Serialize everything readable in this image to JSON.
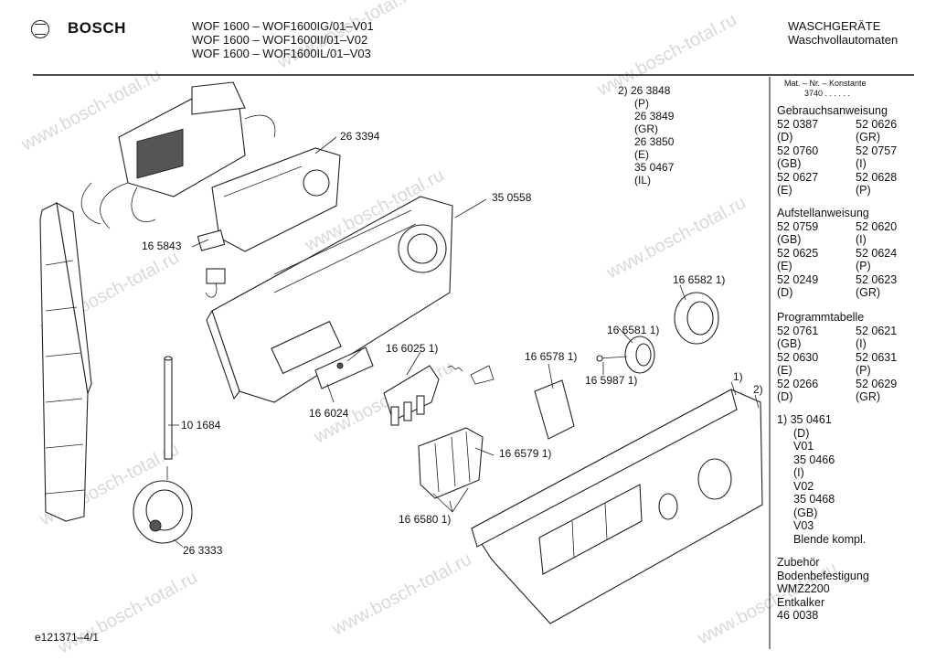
{
  "header": {
    "brand": "BOSCH",
    "models": [
      "WOF 1600 – WOF1600IG/01–V01",
      "WOF 1600 – WOF1600II/01–V02",
      "WOF 1600 – WOF1600IL/01–V03"
    ],
    "category": "WASCHGERÄTE",
    "subcategory": "Waschvollautomaten"
  },
  "watermark": "www.bosch-total.ru",
  "footer": {
    "doc_id": "e121371–4/1"
  },
  "sidebar": {
    "mat_header": "Mat. – Nr. – Konstante",
    "mat_value": "3740 . . . . . .",
    "sections": [
      {
        "title": "Gebrauchsanweisung",
        "rows": [
          [
            "52 0387",
            "52 0626"
          ],
          [
            "(D)",
            "(GR)"
          ],
          [
            "52 0760",
            "52 0757"
          ],
          [
            "(GB)",
            "(I)"
          ],
          [
            "52 0627",
            "52 0628"
          ],
          [
            "(E)",
            "(P)"
          ]
        ]
      },
      {
        "title": "Aufstellanweisung",
        "rows": [
          [
            "52 0759",
            "52 0620"
          ],
          [
            "(GB)",
            "(I)"
          ],
          [
            "52 0625",
            "52 0624"
          ],
          [
            "(E)",
            "(P)"
          ],
          [
            "52 0249",
            "52 0623"
          ],
          [
            "(D)",
            "(GR)"
          ]
        ]
      },
      {
        "title": "Programmtabelle",
        "rows": [
          [
            "52 0761",
            "52 0621"
          ],
          [
            "(GB)",
            "(I)"
          ],
          [
            "52 0630",
            "52 0631"
          ],
          [
            "(E)",
            "(P)"
          ],
          [
            "52 0266",
            "52 0629"
          ],
          [
            "(D)",
            "(GR)"
          ]
        ]
      }
    ],
    "note1": [
      "1) 35 0461",
      "(D)",
      "V01",
      "35 0466",
      "(I)",
      "V02",
      "35 0468",
      "(GB)",
      "V03",
      "Blende kompl."
    ],
    "accessory": [
      "Zubehör",
      "Bodenbefestigung",
      "WMZ2200",
      "Entkalker",
      "46 0038"
    ]
  },
  "note2": [
    "2) 26 3848",
    "(P)",
    "26 3849",
    "(GR)",
    "26 3850",
    "(E)",
    "35 0467",
    "(IL)"
  ],
  "callouts": {
    "c263394": "26 3394",
    "c350558": "35 0558",
    "c165843": "16 5843",
    "c166025": "16 6025 1)",
    "c166024": "16 6024",
    "c166578": "16 6578 1)",
    "c166581": "16 6581 1)",
    "c166582": "16 6582 1)",
    "c165987": "16 5987 1)",
    "c101684": "10 1684",
    "c166579": "16 6579 1)",
    "c166580": "16 6580 1)",
    "c263333": "26 3333",
    "m1": "1)",
    "m2": "2)"
  }
}
